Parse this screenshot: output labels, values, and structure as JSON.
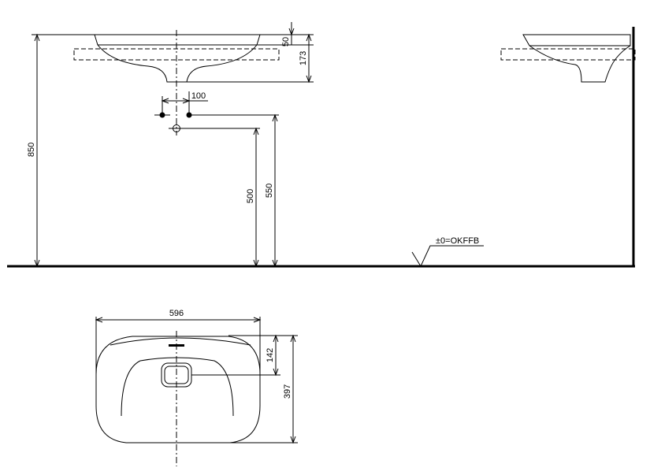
{
  "drawing": {
    "dimensions": {
      "overall_height": "850",
      "rim_thickness": "50",
      "basin_depth": "173",
      "tap_spacing": "100",
      "drain_height": "500",
      "supply_height": "550",
      "basin_width": "596",
      "drain_offset": "142",
      "basin_depth_plan": "397"
    },
    "floor_reference": "±0=OKFFB"
  }
}
